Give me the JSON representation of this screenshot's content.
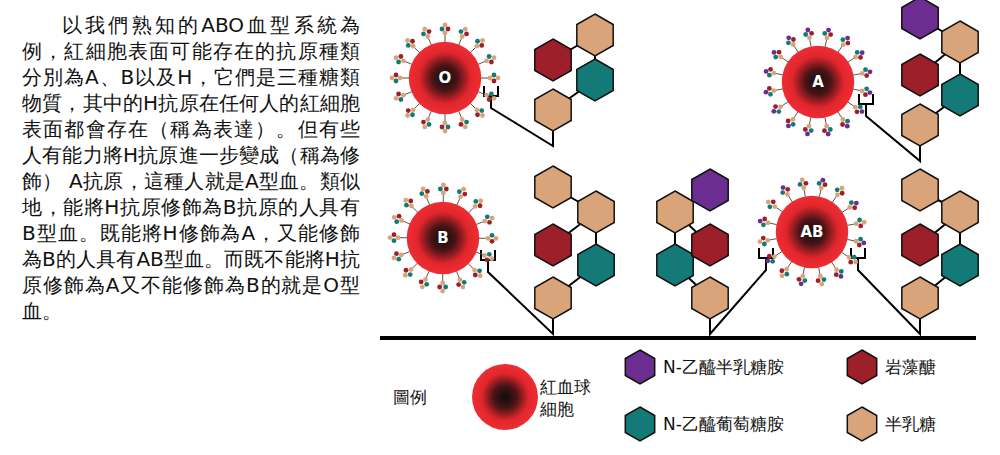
{
  "diagram": {
    "nodes": [
      {
        "text": [
          "O"
        ]
      },
      {
        "text": [
          "A"
        ]
      },
      {
        "text": [
          "B"
        ]
      },
      {
        "text": [
          "AB"
        ]
      }
    ],
    "labels": [
      "以我們熟知的ABO血型系統為例，紅細胞表面可能存在的抗原種類分別為A、B以及H，它們是三種糖類物質，其中的H抗原在任何人的紅細胞表面都會存在（稱為表達）。但有些人有能力將H抗原進一步變成（稱為修飾） A抗原，這種人就是A型血。類似地，能將H抗原修飾為B抗原的人具有B型血。既能將H修飾為A，又能修飾為B的人具有AB型血。而既不能將H抗原修飾為A又不能修飾為B的就是O型血。",
      "圖例"
    ],
    "legend": [
      {
        "text": "紅血球細胞"
      },
      {
        "text": "N-乙醯半乳糖胺",
        "color": "#6b2d8f"
      },
      {
        "text": "岩藻醣",
        "color": "#9c1f2a"
      },
      {
        "text": "N-乙醯葡萄糖胺",
        "color": "#137a78"
      },
      {
        "text": "半乳糖",
        "color": "#d9a479"
      }
    ]
  }
}
